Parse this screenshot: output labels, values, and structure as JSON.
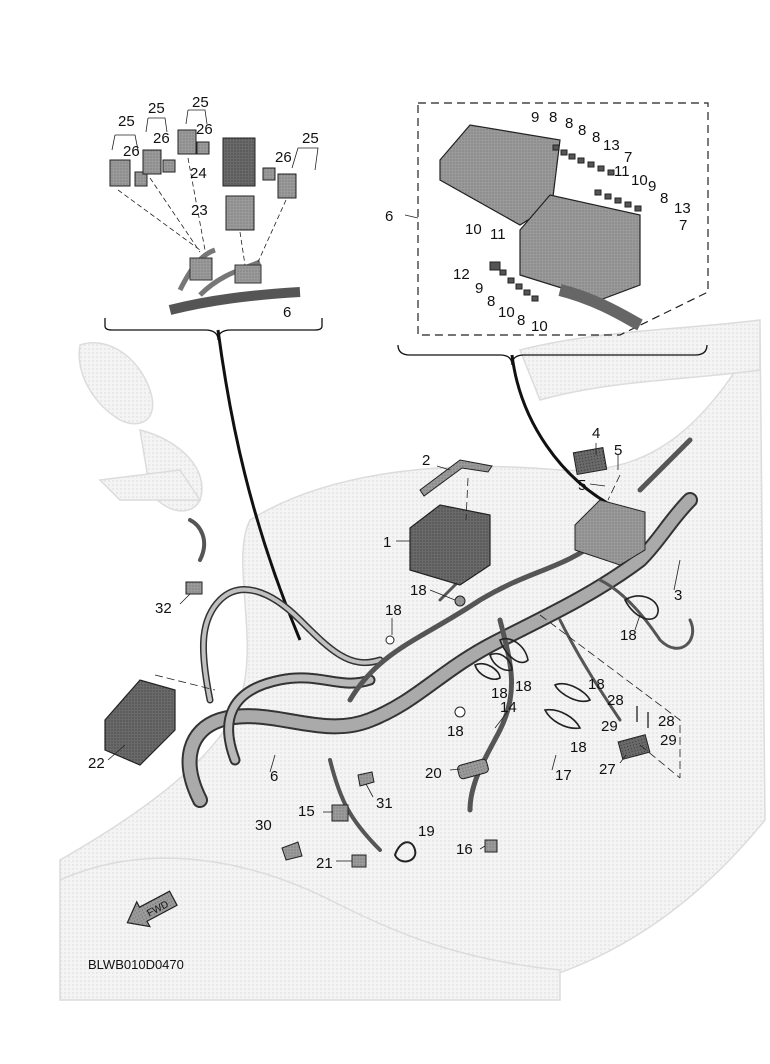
{
  "diagram": {
    "drawing_code": "BLWB010D0470",
    "fwd_label": "FWD",
    "callouts": {
      "c1": "1",
      "c2": "2",
      "c3": "3",
      "c4": "4",
      "c5a": "5",
      "c5b": "5",
      "c6_main": "6",
      "c6_inset_left": "6",
      "c6_inset_right": "6",
      "c7a": "7",
      "c7b": "7",
      "c8a": "8",
      "c8b": "8",
      "c8c": "8",
      "c8d": "8",
      "c8e": "8",
      "c8f": "8",
      "c8g": "8",
      "c9a": "9",
      "c9b": "9",
      "c9c": "9",
      "c10a": "10",
      "c10b": "10",
      "c10c": "10",
      "c10d": "10",
      "c11a": "11",
      "c11b": "11",
      "c12": "12",
      "c13a": "13",
      "c13b": "13",
      "c14": "14",
      "c15": "15",
      "c16": "16",
      "c17": "17",
      "c18a": "18",
      "c18b": "18",
      "c18c": "18",
      "c18d": "18",
      "c18e": "18",
      "c18f": "18",
      "c18g": "18",
      "c18h": "18",
      "c19": "19",
      "c20": "20",
      "c21": "21",
      "c22": "22",
      "c23": "23",
      "c24": "24",
      "c25a": "25",
      "c25b": "25",
      "c25c": "25",
      "c25d": "25",
      "c26a": "26",
      "c26b": "26",
      "c26c": "26",
      "c26d": "26",
      "c27": "27",
      "c28a": "28",
      "c28b": "28",
      "c29a": "29",
      "c29b": "29",
      "c30": "30",
      "c31": "31",
      "c32": "32"
    }
  }
}
